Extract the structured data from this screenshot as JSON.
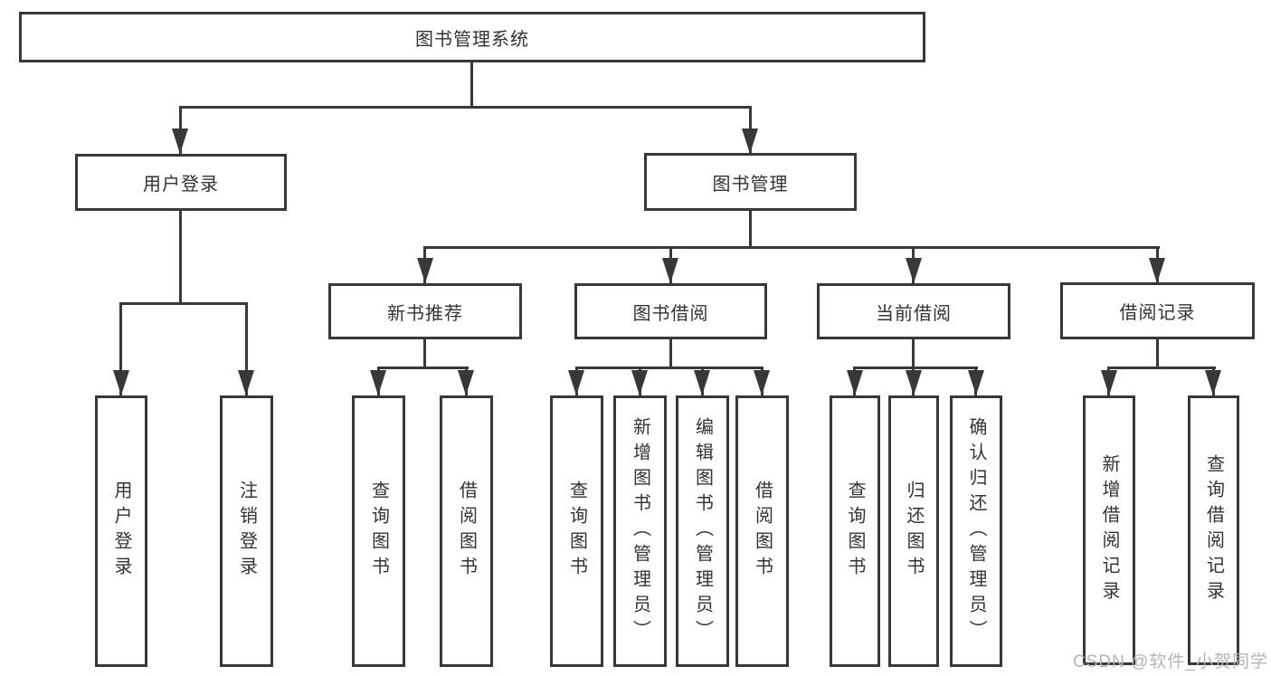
{
  "diagram_title": "图书管理系统",
  "colors": {
    "line": "#383838",
    "text": "#333333",
    "box_background": "#ffffff",
    "watermark": "#b4b4b4"
  },
  "tree": {
    "root": {
      "label": "图书管理系统"
    },
    "branches": [
      {
        "label": "用户登录",
        "children": [
          {
            "label": "用户登录"
          },
          {
            "label": "注销登录"
          }
        ]
      },
      {
        "label": "图书管理",
        "children": [
          {
            "label": "新书推荐",
            "children": [
              {
                "label": "查询图书"
              },
              {
                "label": "借阅图书"
              }
            ]
          },
          {
            "label": "图书借阅",
            "children": [
              {
                "label": "查询图书"
              },
              {
                "label": "新增图书（管理员）"
              },
              {
                "label": "编辑图书（管理员）"
              },
              {
                "label": "借阅图书"
              }
            ]
          },
          {
            "label": "当前借阅",
            "children": [
              {
                "label": "查询图书"
              },
              {
                "label": "归还图书"
              },
              {
                "label": "确认归还（管理员）"
              }
            ]
          },
          {
            "label": "借阅记录",
            "children": [
              {
                "label": "新增借阅记录"
              },
              {
                "label": "查询借阅记录"
              }
            ]
          }
        ]
      }
    ]
  },
  "watermark": "CSDN @软件_小贺同学"
}
